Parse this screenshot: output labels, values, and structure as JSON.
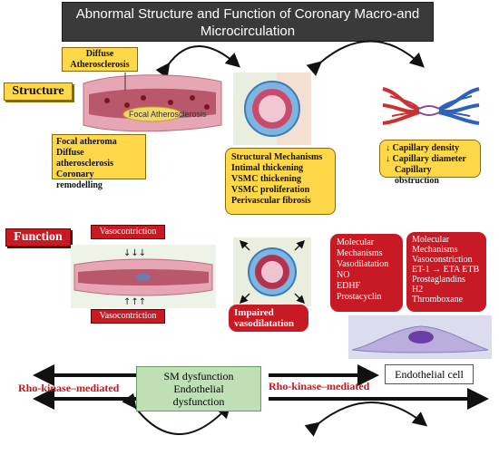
{
  "title": "Abnormal Structure and Function of Coronary Macro-and Microcirculation",
  "structure": {
    "label": "Structure",
    "diffuse_label": "Diffuse Atherosclerosis",
    "vessel_label": "Focal Atherosclerosis",
    "macro_items": [
      "Focal atheroma",
      "Diffuse",
      "atherosclerosis",
      "Coronary remodelling"
    ],
    "mechanisms": [
      "Structural Mechanisms",
      "Intimal thickening",
      "VSMC thickening",
      "VSMC proliferation",
      "Perivascular fibrosis"
    ],
    "capillary_items": [
      "Capillary density",
      "Capillary diameter",
      "Capillary obstruction"
    ]
  },
  "function": {
    "label": "Function",
    "vasoconstriction_top": "Vasocontriction",
    "vasoconstriction_bottom": "Vasocontriction",
    "impaired": "Impaired vasodilatation",
    "vasodilatation_box": [
      "Molecular",
      "Mechanisms",
      "Vasodilatation",
      "NO",
      "EDHF",
      "Prostacyclin"
    ],
    "vasoconstriction_box": [
      "Molecular",
      "Mechanisms",
      "Vasoconstriction",
      "ET-1",
      "ETA",
      "ETB",
      "Prostaglandins",
      "H2",
      "Thromboxane"
    ]
  },
  "bottom": {
    "sm_box": [
      "SM dysfunction",
      "Endothelial",
      "dysfunction"
    ],
    "rho_left": "Rho-kinase–mediated",
    "rho_right": "Rho-kinase–mediated",
    "endothelial_cell": "Endothelial cell"
  },
  "colors": {
    "yellow": "#ffd84a",
    "red": "#c81a24",
    "green": "#bfe0b4",
    "dark": "#3a3a3a"
  }
}
